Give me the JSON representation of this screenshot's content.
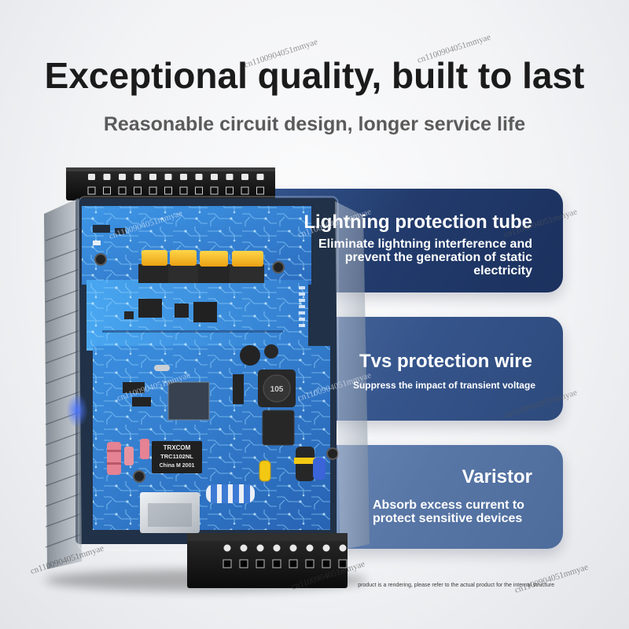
{
  "header": {
    "title": "Exceptional quality, built to last",
    "subtitle": "Reasonable circuit design, longer service life"
  },
  "features": [
    {
      "title": "Lightning protection tube",
      "description_lines": [
        "Eliminate lightning interference and",
        "prevent the generation of static",
        "electricity"
      ],
      "color": "#223b6c"
    },
    {
      "title": "Tvs protection wire",
      "description_lines": [
        "Suppress the impact of transient voltage"
      ],
      "color": "#35548b"
    },
    {
      "title": "Varistor",
      "description_lines": [
        "Absorb excess current to",
        "protect sensitive devices"
      ],
      "color": "#5876a6"
    }
  ],
  "product": {
    "chip_labels": [
      "TRXCOM",
      "TRC1102NL",
      "China M 2001"
    ],
    "inductor_label": "105"
  },
  "disclaimer": "product is a rendering, please refer to the actual product for the internal structure",
  "watermark": "cn1100904051mmyae",
  "colors": {
    "title": "#1b1b1b",
    "subtitle": "#5b5b5b",
    "panel_text": "#ffffff",
    "pcb": "#1f6fc8",
    "relay": "#f4b300",
    "terminal": "#161616"
  }
}
